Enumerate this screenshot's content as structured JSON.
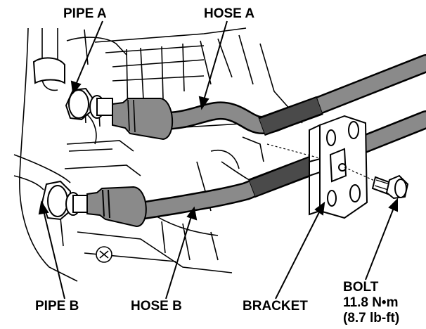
{
  "labels": {
    "pipe_a": "PIPE A",
    "hose_a": "HOSE A",
    "pipe_b": "PIPE B",
    "hose_b": "HOSE B",
    "bracket": "BRACKET",
    "bolt_title": "BOLT",
    "bolt_torque_metric": "11.8 N•m",
    "bolt_torque_imperial": "(8.7 lb-ft)"
  },
  "colors": {
    "line": "#000000",
    "hose_fill": "#8a8a8a",
    "sleeve_fill": "#4a4a4a",
    "background": "#ffffff"
  }
}
